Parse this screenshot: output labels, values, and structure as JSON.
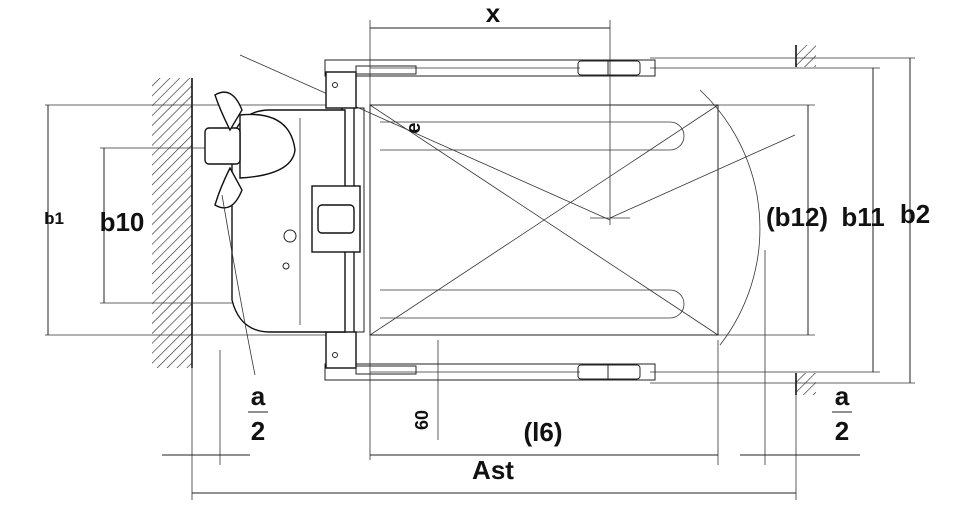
{
  "labels": {
    "x": "x",
    "b1": "b1",
    "b10": "b10",
    "b12": "(b12)",
    "b11": "b11",
    "b2": "b2",
    "e": "e",
    "a_num_left": "a",
    "a_den_left": "2",
    "a_num_right": "a",
    "a_den_right": "2",
    "sixty": "60",
    "l6": "(l6)",
    "ast": "Ast"
  }
}
